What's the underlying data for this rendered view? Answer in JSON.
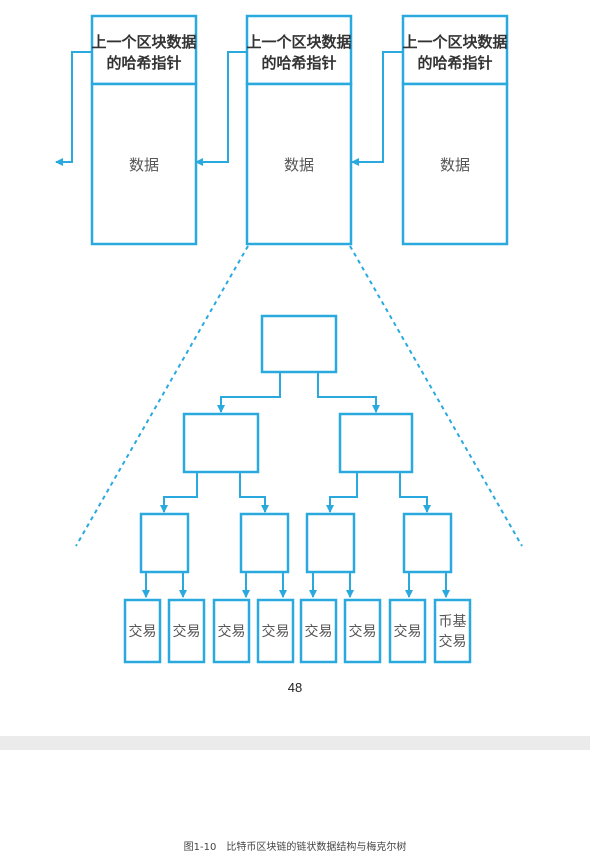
{
  "colors": {
    "stroke": "#29a9de",
    "text": "#555555"
  },
  "blocks": [
    {
      "header_line1": "上一个区块数据",
      "header_line2": "的哈希指针",
      "data_label": "数据"
    },
    {
      "header_line1": "上一个区块数据",
      "header_line2": "的哈希指针",
      "data_label": "数据"
    },
    {
      "header_line1": "上一个区块数据",
      "header_line2": "的哈希指针",
      "data_label": "数据"
    }
  ],
  "merkle_tree": {
    "leaves": [
      {
        "line1": "交易",
        "line2": ""
      },
      {
        "line1": "交易",
        "line2": ""
      },
      {
        "line1": "交易",
        "line2": ""
      },
      {
        "line1": "交易",
        "line2": ""
      },
      {
        "line1": "交易",
        "line2": ""
      },
      {
        "line1": "交易",
        "line2": ""
      },
      {
        "line1": "交易",
        "line2": ""
      },
      {
        "line1": "币基",
        "line2": "交易"
      }
    ]
  },
  "page_number": "48",
  "caption": "图1-10　比特币区块链的链状数据结构与梅克尔树"
}
